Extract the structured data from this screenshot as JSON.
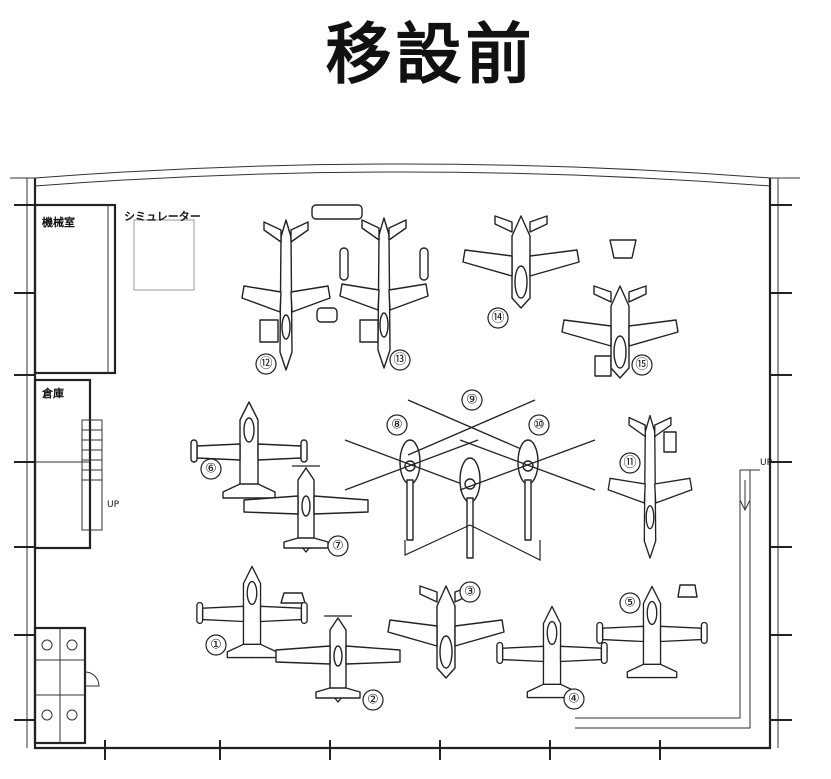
{
  "title": "移設前",
  "rooms": {
    "machine_room": "機械室",
    "simulator": "シミュレーター",
    "storage": "倉庫",
    "stairs_left": "UP",
    "stairs_right": "UP"
  },
  "markers": [
    "①",
    "②",
    "③",
    "④",
    "⑤",
    "⑥",
    "⑦",
    "⑧",
    "⑨",
    "⑩",
    "⑪",
    "⑫",
    "⑬",
    "⑭",
    "⑮"
  ],
  "colors": {
    "line": "#222222",
    "background": "#ffffff",
    "simulator_box": "#999999"
  }
}
